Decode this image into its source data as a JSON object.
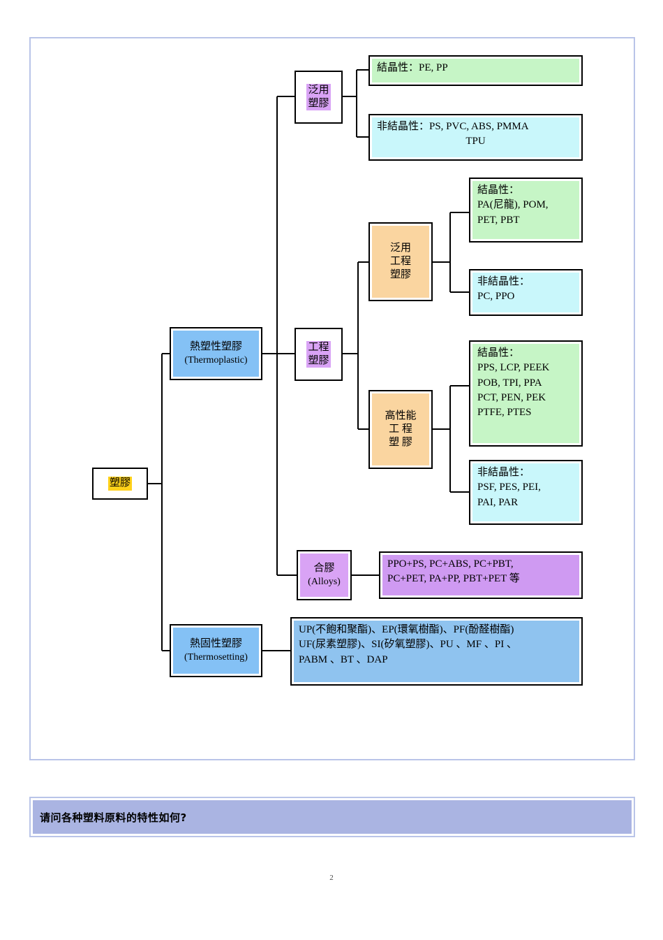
{
  "document": {
    "page_number": "2",
    "question_bar": "请问各种塑料原料的特性如何?"
  },
  "colors": {
    "frame_border": "#b9c4e8",
    "question_bar_bg": "#aab4e2",
    "highlight_yellow": "#ffd11a",
    "highlight_violet": "#d9a3f5",
    "highlight_blue": "#84c1f5",
    "highlight_orange": "#fad5a0",
    "fill_green": "#c6f5c6",
    "fill_cyan": "#c9f7fb",
    "fill_magenta": "#cf9af2",
    "fill_blue": "#8fc3ef",
    "node_border": "#000000"
  },
  "diagram": {
    "type": "tree",
    "root": {
      "id": "plastics-root",
      "label": "塑膠"
    },
    "nodes": {
      "thermoplastic": {
        "line1": "熱塑性塑膠",
        "line2": "(Thermoplastic)"
      },
      "thermosetting": {
        "line1": "熱固性塑膠",
        "line2": "(Thermosetting)"
      },
      "commodity_plastic": {
        "line1": "泛用",
        "line2": "塑膠"
      },
      "engineering_plastic": {
        "line1": "工程",
        "line2": "塑膠"
      },
      "general_engineering_plastic": {
        "line1": "泛用",
        "line2": "工程",
        "line3": "塑膠"
      },
      "high_performance_engineering_plastic": {
        "line1": "高性能",
        "line2": "工 程",
        "line3": "塑 膠"
      },
      "alloys": {
        "line1": "合膠",
        "line2": "(Alloys)"
      }
    },
    "leaves": {
      "commodity_crystalline": {
        "fill": "green",
        "rows": [
          "結晶性：PE, PP"
        ]
      },
      "commodity_amorphous": {
        "fill": "cyan",
        "rows": [
          "非結晶性：PS, PVC, ABS, PMMA",
          "TPU"
        ]
      },
      "gen_eng_crystalline": {
        "fill": "green",
        "rows": [
          "結晶性：",
          "PA(尼龍), POM,",
          "PET, PBT"
        ]
      },
      "gen_eng_amorphous": {
        "fill": "cyan",
        "rows": [
          "非結晶性：",
          "PC, PPO"
        ]
      },
      "hp_eng_crystalline": {
        "fill": "green",
        "rows": [
          "結晶性：",
          "PPS, LCP, PEEK",
          "POB, TPI, PPA",
          "PCT, PEN, PEK",
          "PTFE, PTES"
        ]
      },
      "hp_eng_amorphous": {
        "fill": "cyan",
        "rows": [
          "非結晶性：",
          "PSF, PES, PEI,",
          "PAI, PAR"
        ]
      },
      "alloys_list": {
        "fill": "magenta",
        "rows": [
          "PPO+PS, PC+ABS, PC+PBT,",
          "PC+PET, PA+PP, PBT+PET 等"
        ]
      },
      "thermosetting_list": {
        "fill": "blue",
        "rows": [
          "UP(不飽和聚酯)、EP(環氧樹酯)、PF(酚醛樹酯)",
          "UF(尿素塑膠)、SI(矽氧塑膠)、PU 、MF 、PI 、",
          "PABM 、BT 、DAP"
        ]
      }
    }
  }
}
